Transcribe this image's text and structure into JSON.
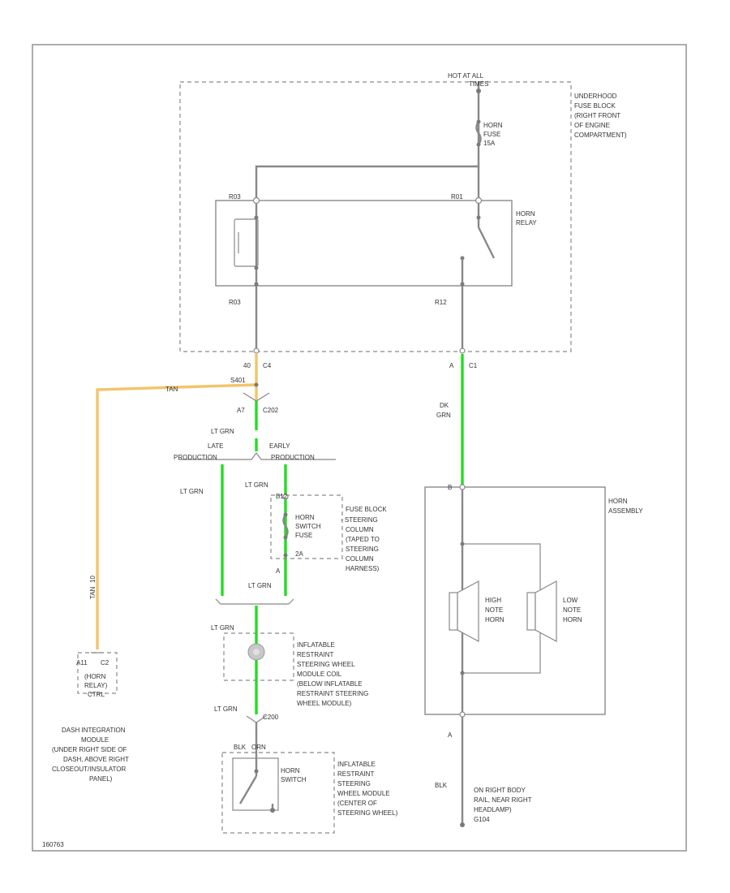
{
  "labels": {
    "hot_at_all": "HOT AT ALL",
    "times": "TIMES",
    "ufb_1": "UNDERHOOD",
    "ufb_2": "FUSE BLOCK",
    "ufb_3": "(RIGHT FRONT",
    "ufb_4": "OF ENGINE",
    "ufb_5": "COMPARTMENT)",
    "horn_fuse_1": "HORN",
    "horn_fuse_2": "FUSE",
    "horn_fuse_3": "15A",
    "horn_relay_1": "HORN",
    "horn_relay_2": "RELAY",
    "pin_r03a": "R03",
    "pin_r01": "R01",
    "pin_r03b": "R03",
    "pin_r12": "R12",
    "c4_pin": "40",
    "c4": "C4",
    "c1_pin": "A",
    "c1": "C1",
    "s_splice": "S401",
    "c202": "C202",
    "c202_pin": "A7",
    "tan_1": "TAN",
    "tan_2": "TAN",
    "tan_pin": "10",
    "lt_grn_1": "LT GRN",
    "late_1": "LATE",
    "late_2": "PRODUCTION",
    "early_1": "EARLY",
    "early_2": "PRODUCTION",
    "lt_grn_2": "LT GRN",
    "lt_grn_3": "LT GRN",
    "lt_grn_4": "LT GRN",
    "lt_grn_5": "LT GRN",
    "lt_grn_6": "LT GRN",
    "fbsc_pin": "B12",
    "fbsc_pin_b": "A",
    "horn_sw_fuse_1": "HORN",
    "horn_sw_fuse_2": "SWITCH",
    "horn_sw_fuse_3": "FUSE",
    "horn_sw_fuse_4": "2A",
    "fbsc_1": "FUSE BLOCK",
    "fbsc_2": "- STEERING",
    "fbsc_3": "COLUMN",
    "fbsc_4": "(TAPED TO",
    "fbsc_5": "STEERING",
    "fbsc_6": "COLUMN",
    "fbsc_7": "HARNESS)",
    "dk_grn_1": "DK",
    "dk_grn_2": "GRN",
    "horn_asm_pin_a": "B",
    "horn_asm_pin_b": "A",
    "horn_asm_1": "HORN",
    "horn_asm_2": "ASSEMBLY",
    "high_1": "HIGH",
    "high_2": "NOTE",
    "high_3": "HORN",
    "low_1": "LOW",
    "low_2": "NOTE",
    "low_3": "HORN",
    "coil_1": "INFLATABLE",
    "coil_2": "RESTRAINT",
    "coil_3": "STEERING WHEEL",
    "coil_4": "MODULE COIL",
    "coil_5": "(BELOW INFLATABLE",
    "coil_6": "RESTRAINT STEERING",
    "coil_7": "WHEEL MODULE)",
    "c200": "C200",
    "blk_wire": "BLK",
    "blk_pin": "BLK",
    "blk_conn": "ORN",
    "horn_switch_1": "HORN",
    "horn_switch_2": "SWITCH",
    "irswm_1": "INFLATABLE",
    "irswm_2": "RESTRAINT",
    "irswm_3": "STEERING",
    "irswm_4": "WHEEL MODULE",
    "irswm_5": "(CENTER OF",
    "irswm_6": "STEERING WHEEL)",
    "dim_pin": "A11",
    "dim_conn": "C2",
    "dim_box_1": "(HORN",
    "dim_box_2": "RELAY)",
    "dim_box_3": "CTRL",
    "dim_1": "DASH INTEGRATION",
    "dim_2": "MODULE",
    "dim_3": "(UNDER RIGHT SIDE OF",
    "dim_4": "DASH, ABOVE RIGHT",
    "dim_5": "CLOSEOUT/INSULATOR",
    "dim_6": "PANEL)",
    "gnd_1": "ON RIGHT BODY",
    "gnd_2": "RAIL, NEAR RIGHT",
    "gnd_3": "HEADLAMP)",
    "gnd_4": "G104",
    "footer": "160763"
  },
  "colors": {
    "wire_green": "#22dd22",
    "wire_tan": "#f3c46a",
    "wire_gray": "#888888"
  }
}
